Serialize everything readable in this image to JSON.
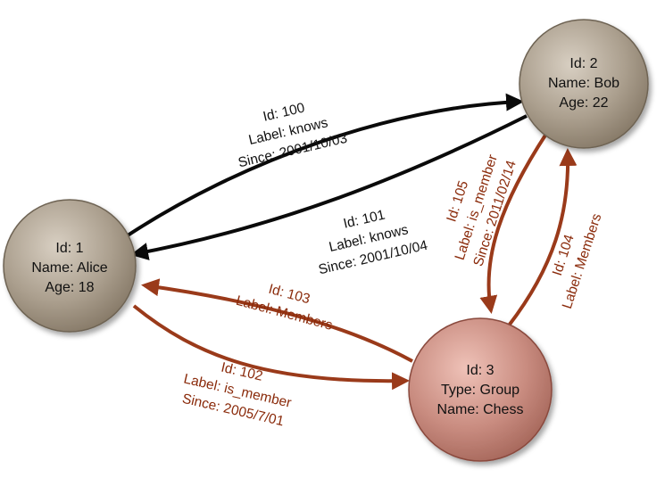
{
  "colors": {
    "black_edge": "#0a0a0a",
    "member_edge": "#9a3a1a",
    "member_text": "#8a2a0a",
    "person_node": "#ab9f8e",
    "group_node": "#c98c80"
  },
  "nodes": {
    "alice": {
      "id": "Id: 1",
      "name": "Name: Alice",
      "age": "Age: 18"
    },
    "bob": {
      "id": "Id: 2",
      "name": "Name: Bob",
      "age": "Age: 22"
    },
    "chess": {
      "id": "Id: 3",
      "type": "Type: Group",
      "name": "Name: Chess"
    }
  },
  "edges": {
    "e100": {
      "id": "Id: 100",
      "label": "Label: knows",
      "since": "Since: 2001/10/03"
    },
    "e101": {
      "id": "Id: 101",
      "label": "Label: knows",
      "since": "Since: 2001/10/04"
    },
    "e102": {
      "id": "Id: 102",
      "label": "Label: is_member",
      "since": "Since: 2005/7/01"
    },
    "e103": {
      "id": "Id: 103",
      "label": "Label: Members"
    },
    "e104": {
      "id": "Id: 104",
      "label": "Label: Members"
    },
    "e105": {
      "id": "Id: 105",
      "label": "Label: is_member",
      "since": "Since: 2011/02/14"
    }
  }
}
